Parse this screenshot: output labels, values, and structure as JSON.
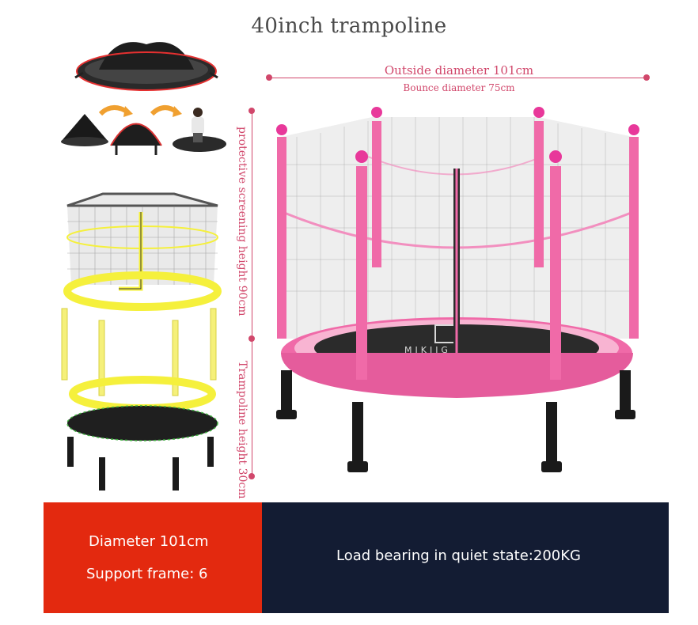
{
  "title": "40inch trampoline",
  "dimensions": {
    "outside": "Outside diameter 101cm",
    "bounce": "Bounce diameter 75cm",
    "net_height": "protective screening  height 90cm",
    "trampoline_height": "Trampoline height 30cm"
  },
  "spec_banner": {
    "diameter": "Diameter 101cm",
    "support_frame": "Support frame: 6",
    "load_bearing": "Load bearing in quiet state:200KG"
  },
  "logo_text": "MIKIIG",
  "colors": {
    "accent_pink": "#d1476b",
    "frame_pink": "#f06aa8",
    "banner_red": "#e3290f",
    "banner_navy": "#131c33",
    "highlight_yellow": "#f5f03c"
  }
}
